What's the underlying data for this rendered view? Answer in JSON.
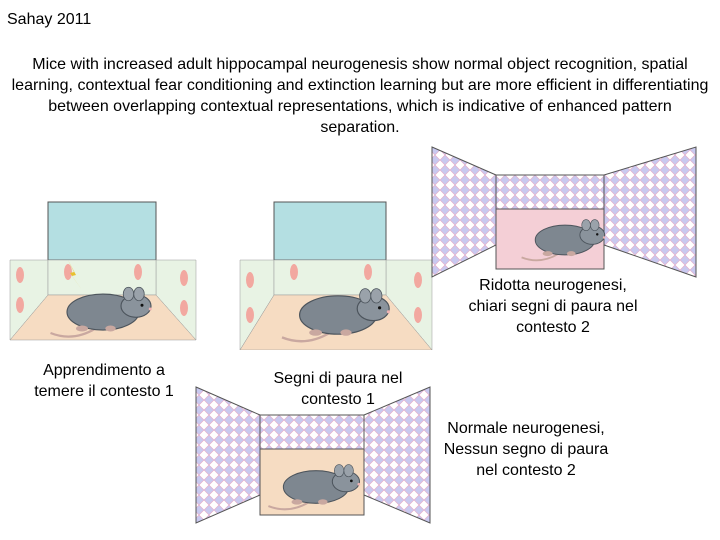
{
  "slide": {
    "title": "Sahay 2011",
    "intro": "Mice with increased adult hippocampal neurogenesis show normal object recognition, spatial learning, contextual fear conditioning and extinction learning but are more efficient in differentiating between overlapping contextual representations, which is indicative of enhanced pattern separation."
  },
  "captions": {
    "training": "Apprendimento a temere il contesto 1",
    "test_context1": "Segni di paura nel contesto 1",
    "reduced": "Ridotta neurogenesi, chiari segni di paura nel contesto 2",
    "normal": "Normale neurogenesi, Nessun segno di paura nel contesto 2"
  },
  "colors": {
    "box_wall": "#e8f3e4",
    "box_floor": "#f6dcc2",
    "box_spots": "#f2a8a0",
    "context_window": "#b4dfe2",
    "mouse": "#7e8790",
    "pattern_dot": "#c9c9ef",
    "pink_wall": "#f4cfd6"
  },
  "icons": {
    "shock": "lightning-bolt-icon",
    "mouse": "mouse-icon"
  }
}
